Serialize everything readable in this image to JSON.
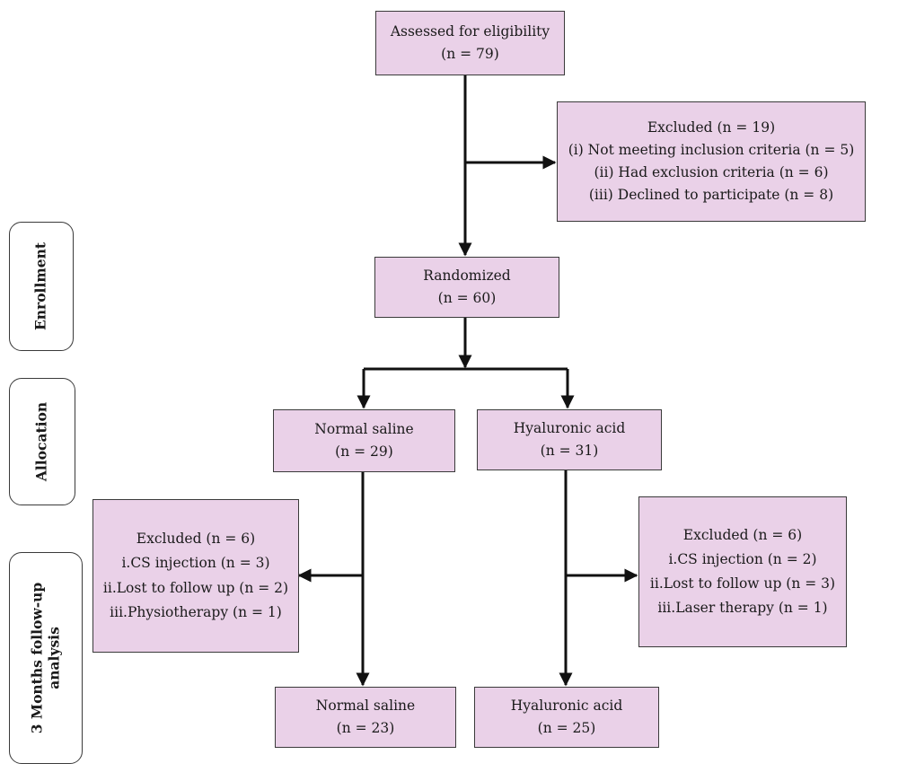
{
  "stages": {
    "enrollment": "Enrollment",
    "allocation": "Allocation",
    "followup": "3 Months follow-up analysis"
  },
  "assessed": {
    "label": "Assessed for eligibility",
    "n": "(n = 79)"
  },
  "excluded_top": {
    "title": "Excluded (n = 19)",
    "items": [
      "(i) Not meeting inclusion criteria (n = 5)",
      "(ii) Had exclusion criteria (n = 6)",
      "(iii) Declined to participate (n = 8)"
    ]
  },
  "randomized": {
    "label": "Randomized",
    "n": "(n = 60)"
  },
  "alloc_saline": {
    "label": "Normal saline",
    "n": "(n = 29)"
  },
  "alloc_ha": {
    "label": "Hyaluronic acid",
    "n": "(n = 31)"
  },
  "excluded_saline": {
    "title": "Excluded (n = 6)",
    "items": [
      "i.CS injection (n = 3)",
      "ii.Lost to follow up (n = 2)",
      "iii.Physiotherapy (n = 1)"
    ]
  },
  "excluded_ha": {
    "title": "Excluded (n = 6)",
    "items": [
      "i.CS injection (n = 2)",
      "ii.Lost to follow up (n = 3)",
      "iii.Laser therapy (n = 1)"
    ]
  },
  "final_saline": {
    "label": "Normal saline",
    "n": "(n = 23)"
  },
  "final_ha": {
    "label": "Hyaluronic acid",
    "n": "(n = 25)"
  }
}
